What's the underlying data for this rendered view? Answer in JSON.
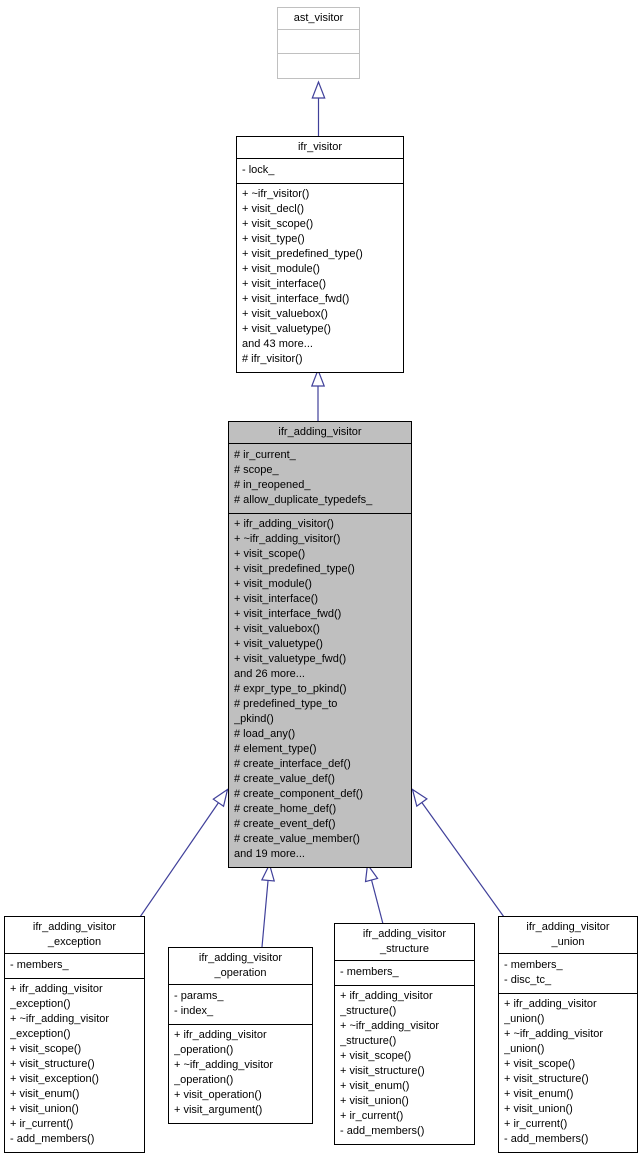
{
  "colors": {
    "background": "#ffffff",
    "edge": "#40409a",
    "box_border": "#000000",
    "box_fill": "#ffffff",
    "external_border": "#c0c0c0",
    "highlight_fill": "#bfbfbf",
    "text": "#000000"
  },
  "classes": [
    {
      "full_name": "ast_visitor",
      "title_lines": [
        "ast_visitor"
      ],
      "attributes": [],
      "methods": []
    },
    {
      "full_name": "ifr_visitor",
      "title_lines": [
        "ifr_visitor"
      ],
      "attributes": [
        "- lock_"
      ],
      "methods": [
        "+ ~ifr_visitor()",
        "+ visit_decl()",
        "+ visit_scope()",
        "+ visit_type()",
        "+ visit_predefined_type()",
        "+ visit_module()",
        "+ visit_interface()",
        "+ visit_interface_fwd()",
        "+ visit_valuebox()",
        "+ visit_valuetype()",
        "and 43 more...",
        "# ifr_visitor()"
      ]
    },
    {
      "full_name": "ifr_adding_visitor",
      "title_lines": [
        "ifr_adding_visitor"
      ],
      "attributes": [
        "# ir_current_",
        "# scope_",
        "# in_reopened_",
        "# allow_duplicate_typedefs_"
      ],
      "methods": [
        "+ ifr_adding_visitor()",
        "+ ~ifr_adding_visitor()",
        "+ visit_scope()",
        "+ visit_predefined_type()",
        "+ visit_module()",
        "+ visit_interface()",
        "+ visit_interface_fwd()",
        "+ visit_valuebox()",
        "+ visit_valuetype()",
        "+ visit_valuetype_fwd()",
        "and 26 more...",
        "# expr_type_to_pkind()",
        "# predefined_type_to",
        "_pkind()",
        "# load_any()",
        "# element_type()",
        "# create_interface_def()",
        "# create_value_def()",
        "# create_component_def()",
        "# create_home_def()",
        "# create_event_def()",
        "# create_value_member()",
        "and 19 more..."
      ]
    },
    {
      "full_name": "ifr_adding_visitor_exception",
      "title_lines": [
        "ifr_adding_visitor",
        "_exception"
      ],
      "attributes": [
        "- members_"
      ],
      "methods": [
        "+ ifr_adding_visitor",
        "_exception()",
        "+ ~ifr_adding_visitor",
        "_exception()",
        "+ visit_scope()",
        "+ visit_structure()",
        "+ visit_exception()",
        "+ visit_enum()",
        "+ visit_union()",
        "+ ir_current()",
        "- add_members()"
      ]
    },
    {
      "full_name": "ifr_adding_visitor_operation",
      "title_lines": [
        "ifr_adding_visitor",
        "_operation"
      ],
      "attributes": [
        "- params_",
        "- index_"
      ],
      "methods": [
        "+ ifr_adding_visitor",
        "_operation()",
        "+ ~ifr_adding_visitor",
        "_operation()",
        "+ visit_operation()",
        "+ visit_argument()"
      ]
    },
    {
      "full_name": "ifr_adding_visitor_structure",
      "title_lines": [
        "ifr_adding_visitor",
        "_structure"
      ],
      "attributes": [
        "- members_"
      ],
      "methods": [
        "+ ifr_adding_visitor",
        "_structure()",
        "+ ~ifr_adding_visitor",
        "_structure()",
        "+ visit_scope()",
        "+ visit_structure()",
        "+ visit_enum()",
        "+ visit_union()",
        "+ ir_current()",
        "- add_members()"
      ]
    },
    {
      "full_name": "ifr_adding_visitor_union",
      "title_lines": [
        "ifr_adding_visitor",
        "_union"
      ],
      "attributes": [
        "- members_",
        "- disc_tc_"
      ],
      "methods": [
        "+ ifr_adding_visitor",
        "_union()",
        "+ ~ifr_adding_visitor",
        "_union()",
        "+ visit_scope()",
        "+ visit_structure()",
        "+ visit_enum()",
        "+ visit_union()",
        "+ ir_current()",
        "- add_members()"
      ]
    }
  ],
  "relationships": [
    {
      "from": "ifr_visitor",
      "to": "ast_visitor",
      "type": "inheritance"
    },
    {
      "from": "ifr_adding_visitor",
      "to": "ifr_visitor",
      "type": "inheritance"
    },
    {
      "from": "ifr_adding_visitor_exception",
      "to": "ifr_adding_visitor",
      "type": "inheritance"
    },
    {
      "from": "ifr_adding_visitor_operation",
      "to": "ifr_adding_visitor",
      "type": "inheritance"
    },
    {
      "from": "ifr_adding_visitor_structure",
      "to": "ifr_adding_visitor",
      "type": "inheritance"
    },
    {
      "from": "ifr_adding_visitor_union",
      "to": "ifr_adding_visitor",
      "type": "inheritance"
    }
  ]
}
